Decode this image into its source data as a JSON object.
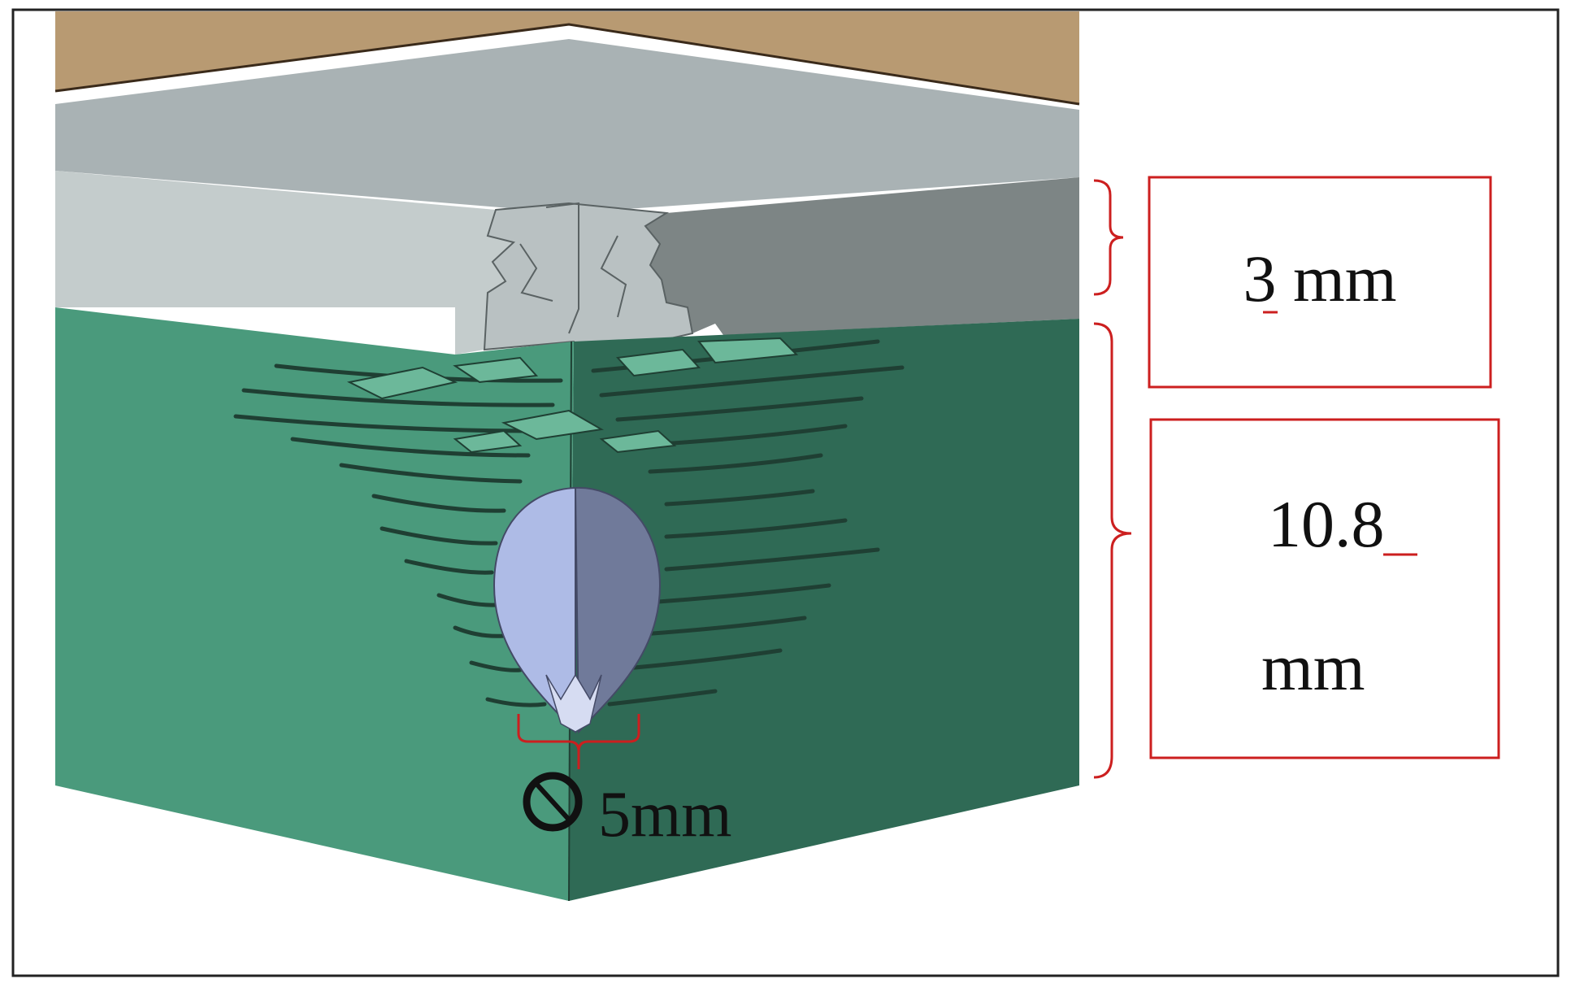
{
  "diagram": {
    "labels": {
      "top_layer_thickness": "3 mm",
      "bottom_layer_thickness_value": "10.8",
      "bottom_layer_thickness_unit": "mm",
      "diameter": "5mm"
    },
    "colors": {
      "border": "#222222",
      "tan_layer": "#b89a72",
      "tan_edge": "#3a2a1a",
      "grey_top": "#a9b2b4",
      "grey_front_left": "#c4cccc",
      "grey_front_right": "#7d8585",
      "green_left": "#4a9a7c",
      "green_right": "#2f6a55",
      "green_dark_line": "#1f3f33",
      "red_annotation": "#cc1f1f",
      "projectile_left": "#aebbe6",
      "projectile_right": "#707a9a",
      "diameter_symbol": "#111111"
    },
    "icons": {
      "diameter": "diameter-symbol-icon",
      "projectile": "projectile-icon"
    }
  }
}
